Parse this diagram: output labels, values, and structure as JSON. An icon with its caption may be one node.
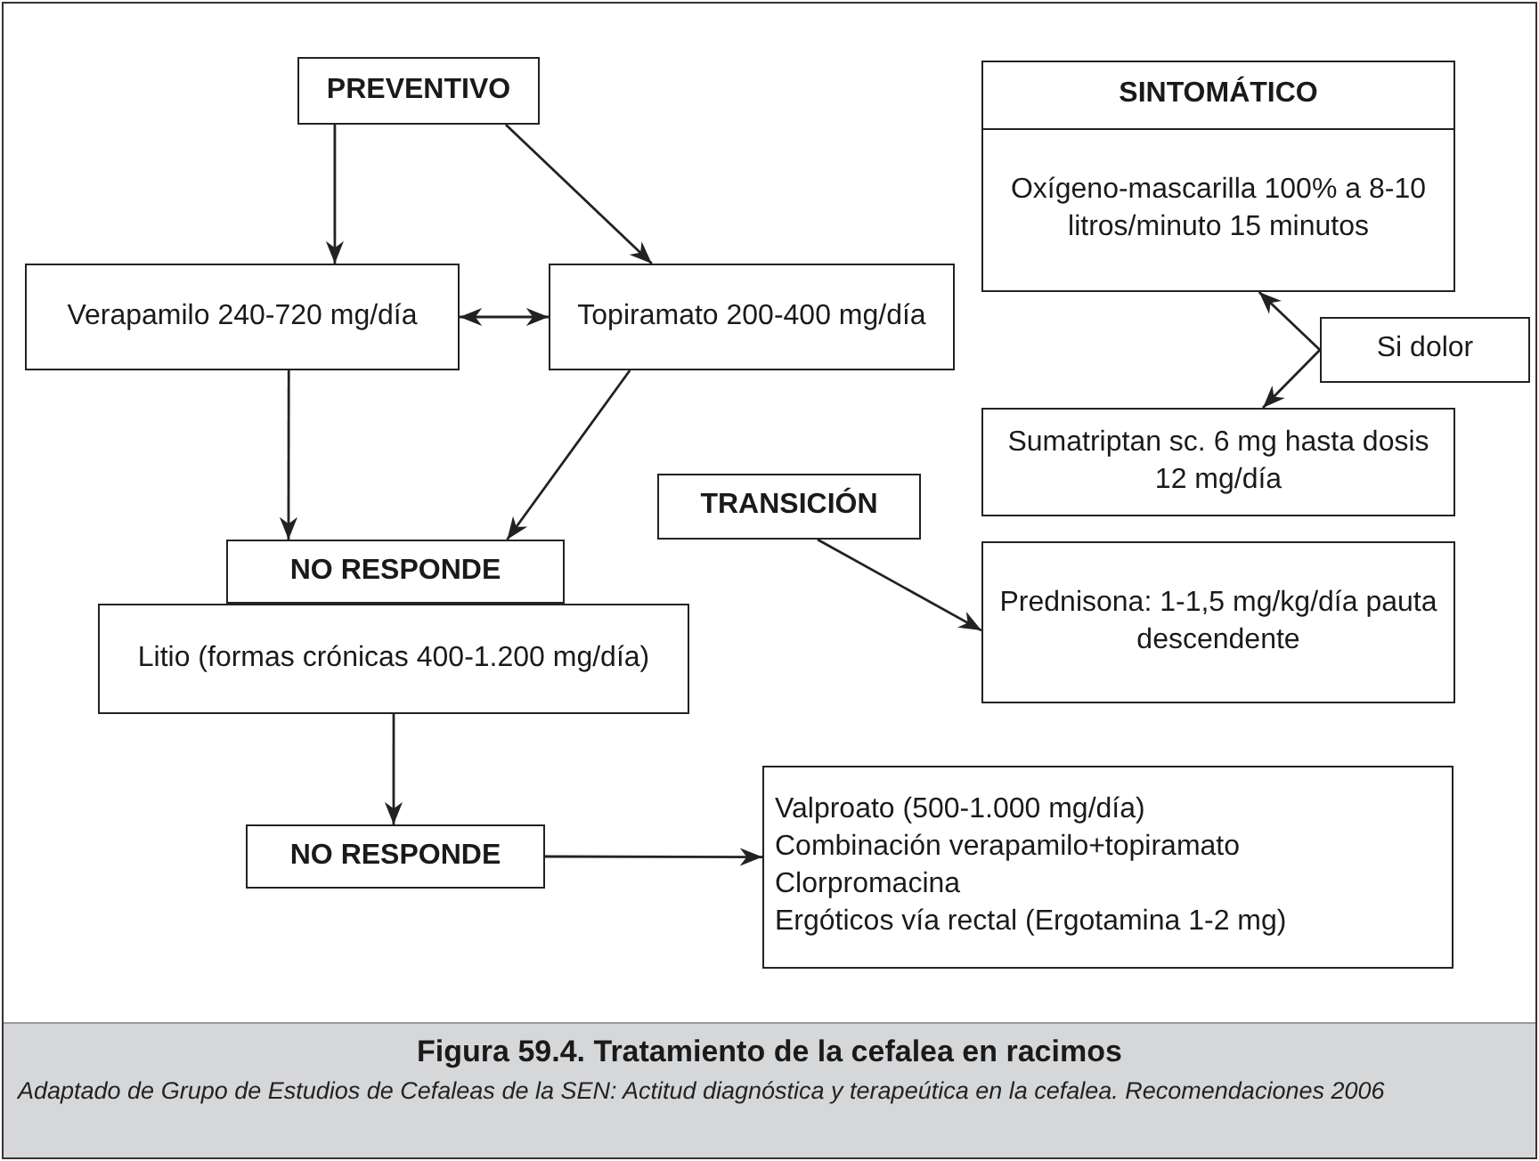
{
  "diagram": {
    "title": "Figura 59.4. Tratamiento de la cefalea en racimos",
    "caption": "Adaptado de Grupo de Estudios de Cefaleas de la SEN: Actitud diagnóstica y terapeútica en la cefalea. Recomendaciones 2006",
    "nodes": [
      {
        "text": [
          "PREVENTIVO"
        ]
      },
      {
        "text": [
          "Verapamilo 240-720 mg/día"
        ]
      },
      {
        "text": [
          "Topiramato 200-400 mg/día"
        ]
      },
      {
        "text": [
          "NO RESPONDE"
        ]
      },
      {
        "text": [
          "Litio (formas crónicas 400-1.200 mg/día)"
        ]
      },
      {
        "text": [
          "NO RESPONDE"
        ]
      },
      {
        "text": [
          "Valproato (500-1.000 mg/día)",
          "Combinación verapamilo+topiramato",
          "Clorpromacina",
          "Ergóticos vía rectal (Ergotamina 1-2 mg)"
        ]
      },
      {
        "text": [
          "SINTOMÁTICO"
        ]
      },
      {
        "text": [
          "Oxígeno-mascarilla 100% a 8-10 litros/minuto 15 minutos"
        ]
      },
      {
        "text": [
          "Si dolor"
        ]
      },
      {
        "text": [
          "Sumatriptan sc. 6 mg hasta dosis 12 mg/día"
        ]
      },
      {
        "text": [
          "TRANSICIÓN"
        ]
      },
      {
        "text": [
          "Prednisona: 1-1,5 mg/kg/día pauta descendente"
        ]
      }
    ],
    "edges": [
      {
        "from": 0,
        "to": 1,
        "arrow": "to"
      },
      {
        "from": 0,
        "to": 2,
        "arrow": "to"
      },
      {
        "from": 1,
        "to": 2,
        "arrow": "both"
      },
      {
        "from": 1,
        "to": 3,
        "arrow": "to"
      },
      {
        "from": 2,
        "to": 3,
        "arrow": "to"
      },
      {
        "from": 4,
        "to": 5,
        "arrow": "to"
      },
      {
        "from": 5,
        "to": 6,
        "arrow": "to"
      },
      {
        "from": 9,
        "to": 8,
        "arrow": "to"
      },
      {
        "from": 9,
        "to": 10,
        "arrow": "to"
      },
      {
        "from": 11,
        "to": 12,
        "arrow": "to"
      }
    ]
  }
}
